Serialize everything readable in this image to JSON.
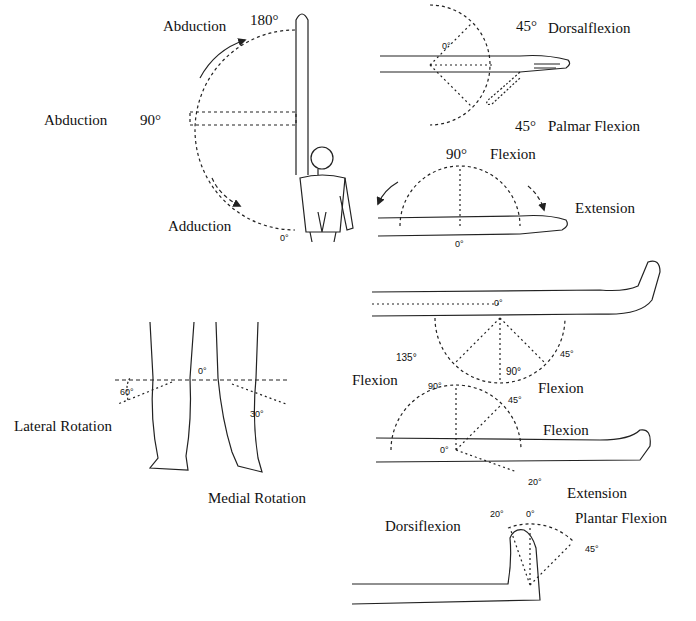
{
  "diagram": {
    "labels": [
      "Abduction",
      "180°",
      "Abduction",
      "90°",
      "Adduction",
      "0°",
      "45°",
      "Dorsalflexion",
      "0°",
      "45°",
      "Palmar Flexion",
      "90°",
      "Flexion",
      "Extension",
      "0°",
      "0°",
      "135°",
      "90°",
      "45°",
      "Flexion",
      "Flexion",
      "60°",
      "0°",
      "30°",
      "Lateral Rotation",
      "Medial Rotation",
      "90°",
      "45°",
      "Flexion",
      "0°",
      "20°",
      "Extension",
      "Dorsiflexion",
      "20°",
      "0°",
      "Plantar Flexion",
      "45°"
    ]
  }
}
